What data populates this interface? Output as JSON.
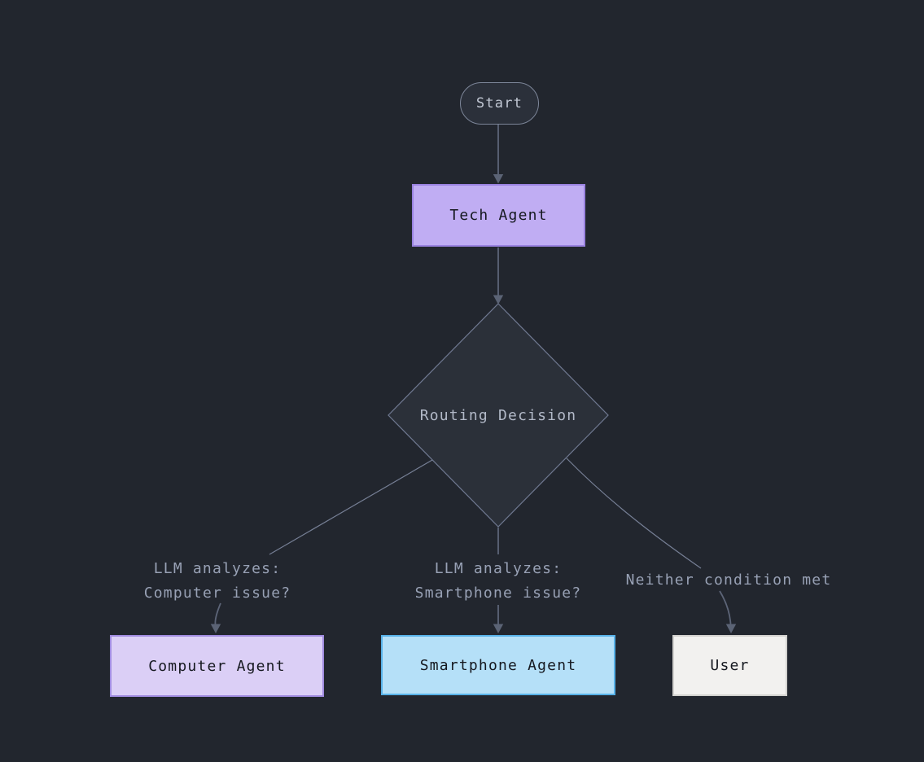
{
  "diagram": {
    "type": "flowchart",
    "direction": "top-down",
    "nodes": {
      "start": {
        "label": "Start",
        "shape": "stadium",
        "fill": "#2b303a",
        "border": "#7d8699"
      },
      "tech_agent": {
        "label": "Tech Agent",
        "shape": "rect",
        "fill": "#c0adf3",
        "border": "#9a82e0"
      },
      "routing_decision": {
        "label": "Routing Decision",
        "shape": "diamond",
        "fill": "#2b3039",
        "border": "#6f7890"
      },
      "computer_agent": {
        "label": "Computer Agent",
        "shape": "rect",
        "fill": "#dbcff6",
        "border": "#a08bdf"
      },
      "smartphone_agent": {
        "label": "Smartphone Agent",
        "shape": "rect",
        "fill": "#b5e0f8",
        "border": "#57b1e8"
      },
      "user": {
        "label": "User",
        "shape": "rect",
        "fill": "#f2f1ef",
        "border": "#d2d1ce"
      }
    },
    "edges": [
      {
        "from": "Start",
        "to": "Tech Agent",
        "label_lines": []
      },
      {
        "from": "Tech Agent",
        "to": "Routing Decision",
        "label_lines": []
      },
      {
        "from": "Routing Decision",
        "to": "Computer Agent",
        "label_lines": [
          "LLM analyzes:",
          "Computer issue?"
        ]
      },
      {
        "from": "Routing Decision",
        "to": "Smartphone Agent",
        "label_lines": [
          "LLM analyzes:",
          "Smartphone issue?"
        ]
      },
      {
        "from": "Routing Decision",
        "to": "User",
        "label_lines": [
          "Neither condition met"
        ]
      }
    ],
    "colors": {
      "background": "#22262e",
      "default_fill": "#2b303a",
      "default_border": "#7d8699",
      "default_text": "#c2c8d4",
      "diamond_fill": "#2b3039",
      "diamond_border": "#6f7890",
      "diamond_text": "#b2b9c8",
      "purple_fill": "#c0adf3",
      "purple_border": "#9a82e0",
      "light_purple_fill": "#dbcff6",
      "light_purple_border": "#a08bdf",
      "blue_fill": "#b5e0f8",
      "blue_border": "#57b1e8",
      "white_fill": "#f2f1ef",
      "white_border": "#d2d1ce",
      "node_text_dark": "#15181f",
      "edge_line": "#5d6578",
      "edge_line_light": "#767f95",
      "arrowhead": "#5b6375",
      "edge_label_text": "#98a1b5"
    }
  }
}
